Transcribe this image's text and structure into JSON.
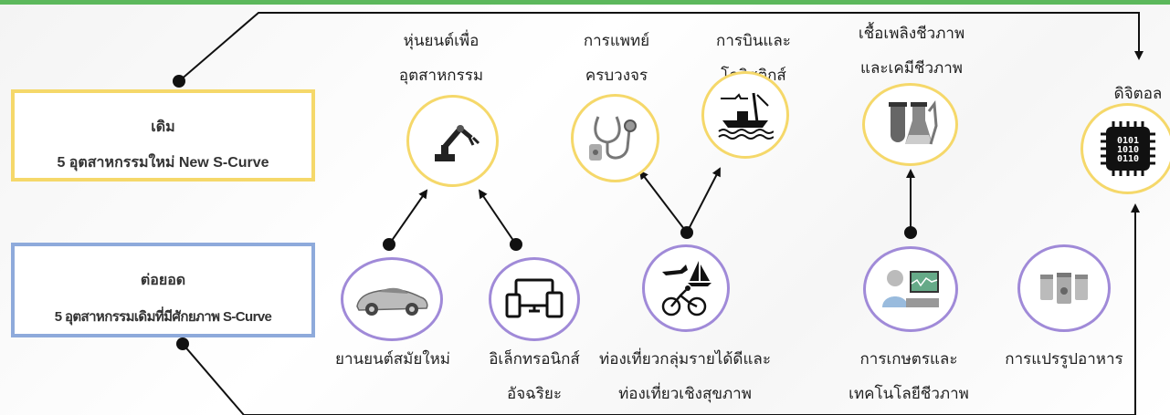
{
  "boxes": {
    "old": {
      "title": "เดิม",
      "subtitle": "5 อุตสาหกรรมใหม่ New S-Curve"
    },
    "extend": {
      "title": "ต่อยอด",
      "subtitle": "5 อุตสาหกรรมเดิมที่มีศักยภาพ S-Curve"
    }
  },
  "new_industries": [
    {
      "line1": "หุ่นยนต์เพื่อ",
      "line2": "อุตสาหกรรม",
      "icon": "robot-arm-icon"
    },
    {
      "line1": "การแพทย์",
      "line2": "ครบวงจร",
      "icon": "stethoscope-icon"
    },
    {
      "line1": "การบินและ",
      "line2": "โลจิสติกส์",
      "icon": "port-logistics-icon"
    },
    {
      "line1": "เชื้อเพลิงชีวภาพ",
      "line2": "และเคมีชีวภาพ",
      "icon": "lab-flask-icon"
    },
    {
      "line1": "ดิจิตอล",
      "line2": "",
      "icon": "microchip-icon"
    }
  ],
  "existing_industries": [
    {
      "line1": "ยานยนต์สมัยใหม่",
      "line2": "",
      "icon": "car-icon"
    },
    {
      "line1": "อิเล็กทรอนิกส์",
      "line2": "อัจฉริยะ",
      "icon": "devices-icon"
    },
    {
      "line1": "ท่องเที่ยวกลุ่มรายได้ดีและ",
      "line2": "ท่องเที่ยวเชิงสุขภาพ",
      "icon": "travel-icon"
    },
    {
      "line1": "การเกษตรและ",
      "line2": "เทคโนโลยีชีวภาพ",
      "icon": "agri-biotech-icon"
    },
    {
      "line1": "การแปรรูปอาหาร",
      "line2": "",
      "icon": "food-jars-icon"
    }
  ],
  "chip_text": [
    "0101",
    "1010",
    "0110"
  ],
  "colors": {
    "new": "#f5d86a",
    "existing": "#a08ad8",
    "box_old": "#f5d86a",
    "box_extend": "#8eaadb",
    "accent": "#5cb85c"
  }
}
